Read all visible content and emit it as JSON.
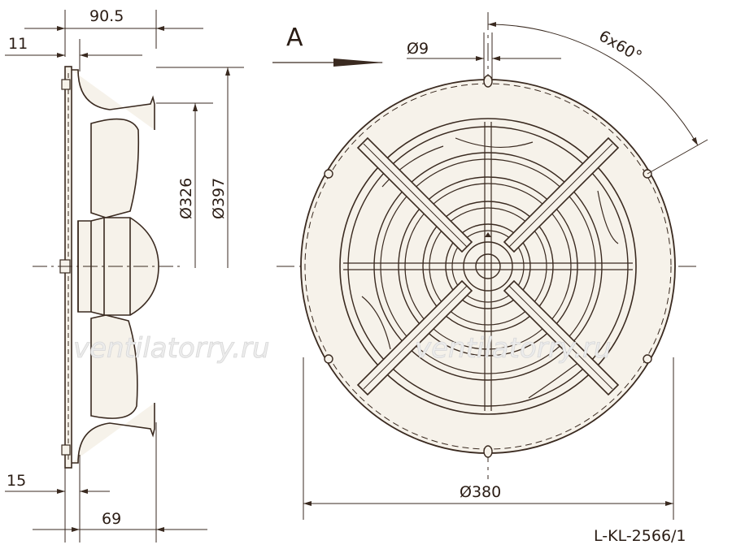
{
  "dimensions": {
    "depth_total": "90.5",
    "flange_offset": "11",
    "blade_diameter": "Ø326",
    "outer_diameter": "Ø397",
    "bottom_offset": "15",
    "motor_depth": "69",
    "view_label": "A",
    "hole_diameter": "Ø9",
    "hole_pattern": "6x60°",
    "mount_diameter": "Ø380"
  },
  "drawing_id": "L-KL-2566/1",
  "watermarks": [
    "ventilatorry.ru",
    "ventilatorry.ru"
  ],
  "colors": {
    "line": "#3a2a20",
    "fill": "#f6f2ea",
    "dash": "#3a2a20"
  }
}
